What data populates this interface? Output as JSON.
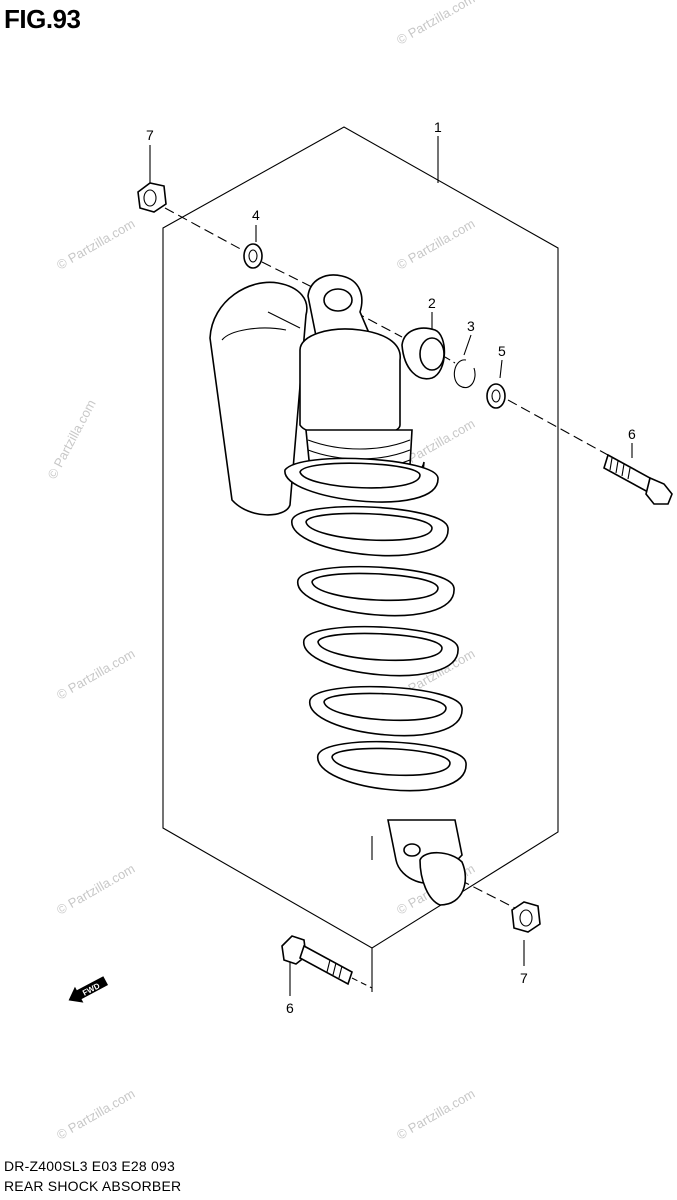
{
  "figure": {
    "title": "FIG.93",
    "code": "DR-Z400SL3  E03  E28  093",
    "name": "REAR SHOCK ABSORBER"
  },
  "callouts": {
    "c1": "1",
    "c2": "2",
    "c3": "3",
    "c4": "4",
    "c5": "5",
    "c6_right": "6",
    "c6_left": "6",
    "c7_top": "7",
    "c7_bottom": "7"
  },
  "fwd_label": "FWD",
  "watermark": "© Partzilla.com",
  "colors": {
    "line": "#000000",
    "watermark": "#c8c8c8",
    "background": "#ffffff"
  }
}
